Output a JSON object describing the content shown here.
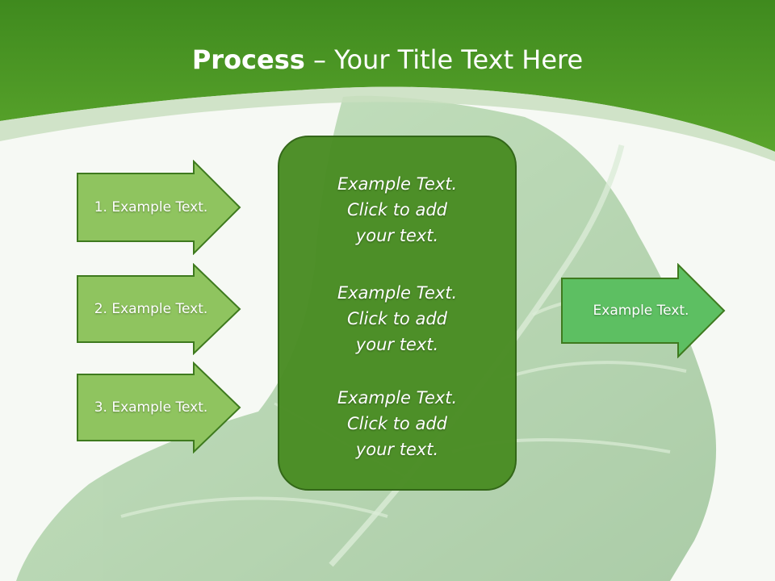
{
  "title": {
    "bold": "Process",
    "rest": " – Your Title Text Here"
  },
  "left_steps": [
    {
      "label": "1. Example Text."
    },
    {
      "label": "2. Example Text."
    },
    {
      "label": "3. Example Text."
    }
  ],
  "center_blocks": [
    {
      "line1": "Example Text.",
      "line2": "Click  to add",
      "line3": "your text."
    },
    {
      "line1": "Example Text.",
      "line2": "Click  to add",
      "line3": "your text."
    },
    {
      "line1": "Example Text.",
      "line2": "Click  to add",
      "line3": "your text."
    }
  ],
  "result": {
    "label": "Example Text."
  },
  "colors": {
    "header_green": "#4e9a25",
    "step_arrow": "#8fc45f",
    "center_box": "#4a8d24",
    "result_arrow": "#5dbf62",
    "leaf": "#7fb57a"
  },
  "background_image": "mint-leaf"
}
